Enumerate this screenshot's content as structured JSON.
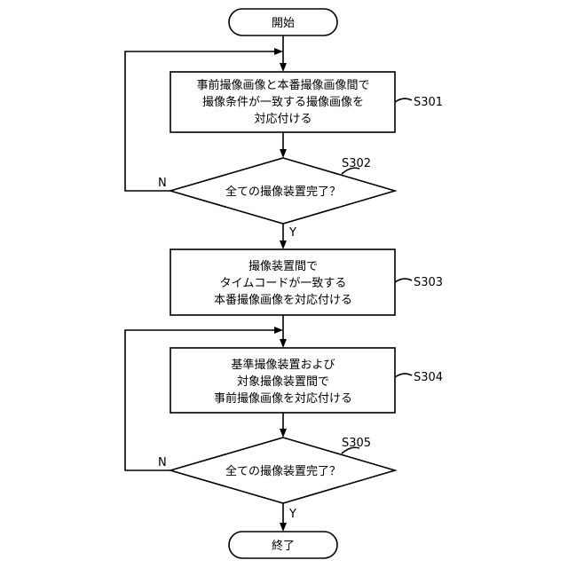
{
  "start": "開始",
  "end": "終了",
  "s301": {
    "label": "S301",
    "lines": [
      "事前撮像画像と本番撮像画像間で",
      "撮像条件が一致する撮像画像を",
      "対応付ける"
    ]
  },
  "s302": {
    "label": "S302",
    "question": "全ての撮像装置完了？",
    "no": "N",
    "yes": "Y"
  },
  "s303": {
    "label": "S303",
    "lines": [
      "撮像装置間で",
      "タイムコードが一致する",
      "本番撮像画像を対応付ける"
    ]
  },
  "s304": {
    "label": "S304",
    "lines": [
      "基準撮像装置および",
      "対象撮像装置間で",
      "事前撮像画像を対応付ける"
    ]
  },
  "s305": {
    "label": "S305",
    "question": "全ての撮像装置完了？",
    "no": "N",
    "yes": "Y"
  }
}
